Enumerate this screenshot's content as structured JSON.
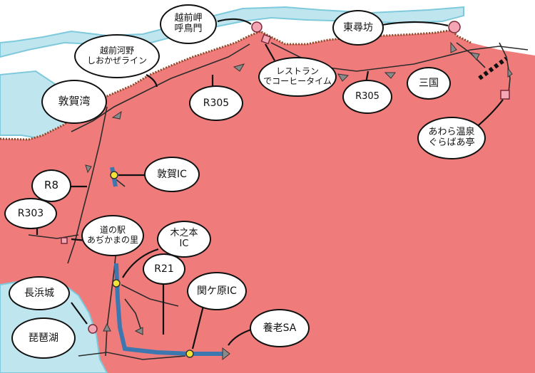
{
  "labels": {
    "echizen_kochi": "越前岬\n呼鳥門",
    "tojinbo": "東尋坊",
    "echizen_kawano": "越前河野\nしおかぜライン",
    "tsuruga_bay": "敦賀湾",
    "restaurant": "レストラン\nでコーヒータイム",
    "r305_a": "R305",
    "r305_b": "R305",
    "mikuni": "三国",
    "awara": "あわら温泉\nぐらばあ亭",
    "tsuruga_ic": "敦賀IC",
    "r8": "R8",
    "r303": "R303",
    "michinoeki": "道の駅\nあぢかまの里",
    "kinomoto_ic": "木之本\nIC",
    "r21": "R21",
    "sekigahara_ic": "関ケ原IC",
    "nagahama": "長浜城",
    "yoro_sa": "養老SA",
    "biwako": "琵琶湖"
  },
  "colors": {
    "land": "#f07b7b",
    "sea": "#bfe6ef",
    "sea_edge": "#7fc9dc",
    "coast": "#8a4a2a",
    "road": "#2b2b2b",
    "expressway": "#3d77b0",
    "ic_marker": "#f3e23a",
    "poi": "#f4a6b4",
    "arrow_fill": "#8a8a8a"
  }
}
